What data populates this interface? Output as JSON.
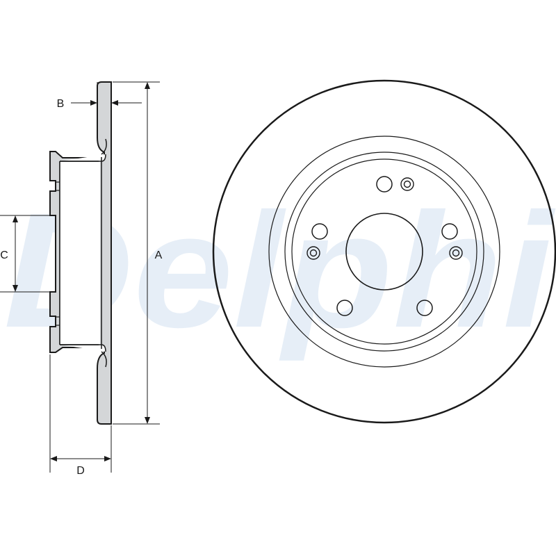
{
  "watermark": {
    "text": "Delphi",
    "color": "#dfe9f4"
  },
  "dimensions": {
    "A": "A",
    "B": "B",
    "C": "C",
    "D": "D"
  },
  "colors": {
    "line": "#1a1a1a",
    "part_fill": "#d4d6d8",
    "background": "#ffffff"
  },
  "views": [
    "side-section",
    "front-view"
  ]
}
